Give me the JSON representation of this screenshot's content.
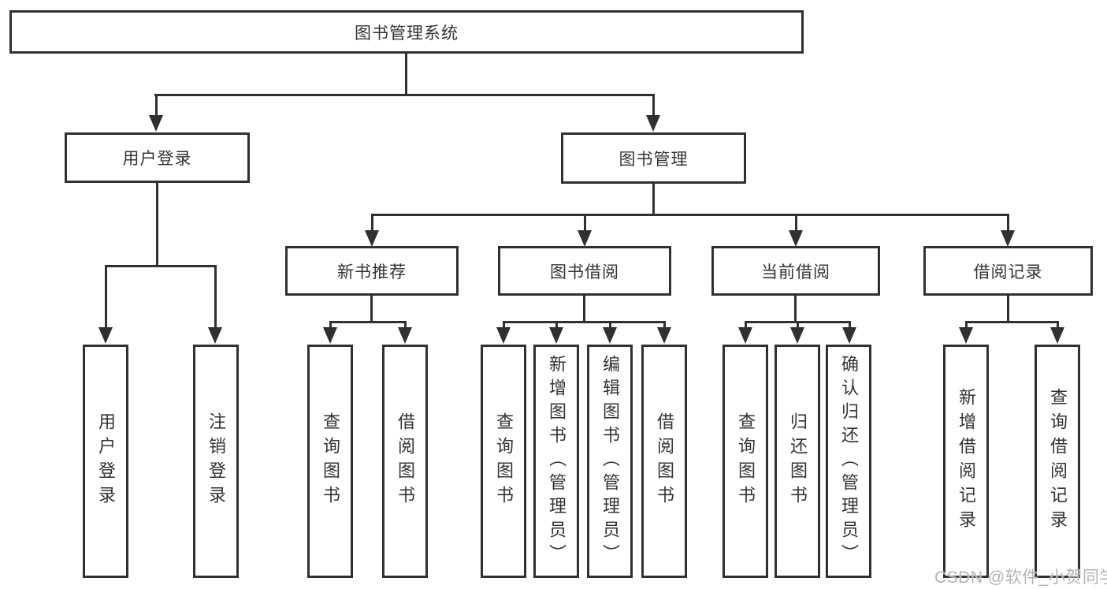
{
  "diagram": {
    "title": "图书管理系统",
    "nodes": {
      "root": "图书管理系统",
      "user_login": "用户登录",
      "book_management": "图书管理",
      "new_book_recommend": "新书推荐",
      "book_borrow": "图书借阅",
      "current_borrow": "当前借阅",
      "borrow_records": "借阅记录",
      "leaf_user_login": "用户登录",
      "leaf_logout": "注销登录",
      "leaf_nb_query_book": "查询图书",
      "leaf_nb_borrow_book": "借阅图书",
      "leaf_bb_query_book": "查询图书",
      "leaf_bb_add_book_admin": "新增图书（管理员）",
      "leaf_bb_edit_book_admin": "编辑图书（管理员）",
      "leaf_bb_borrow_book": "借阅图书",
      "leaf_cb_query_book": "查询图书",
      "leaf_cb_return_book": "归还图书",
      "leaf_cb_confirm_return_admin": "确认归还（管理员）",
      "leaf_br_add_record": "新增借阅记录",
      "leaf_br_query_record": "查询借阅记录"
    },
    "watermark": "CSDN @软件_小贺同学",
    "colors": {
      "line": "#303030",
      "text": "#333333",
      "watermark": "#b3b3b3",
      "background": "#ffffff"
    }
  }
}
